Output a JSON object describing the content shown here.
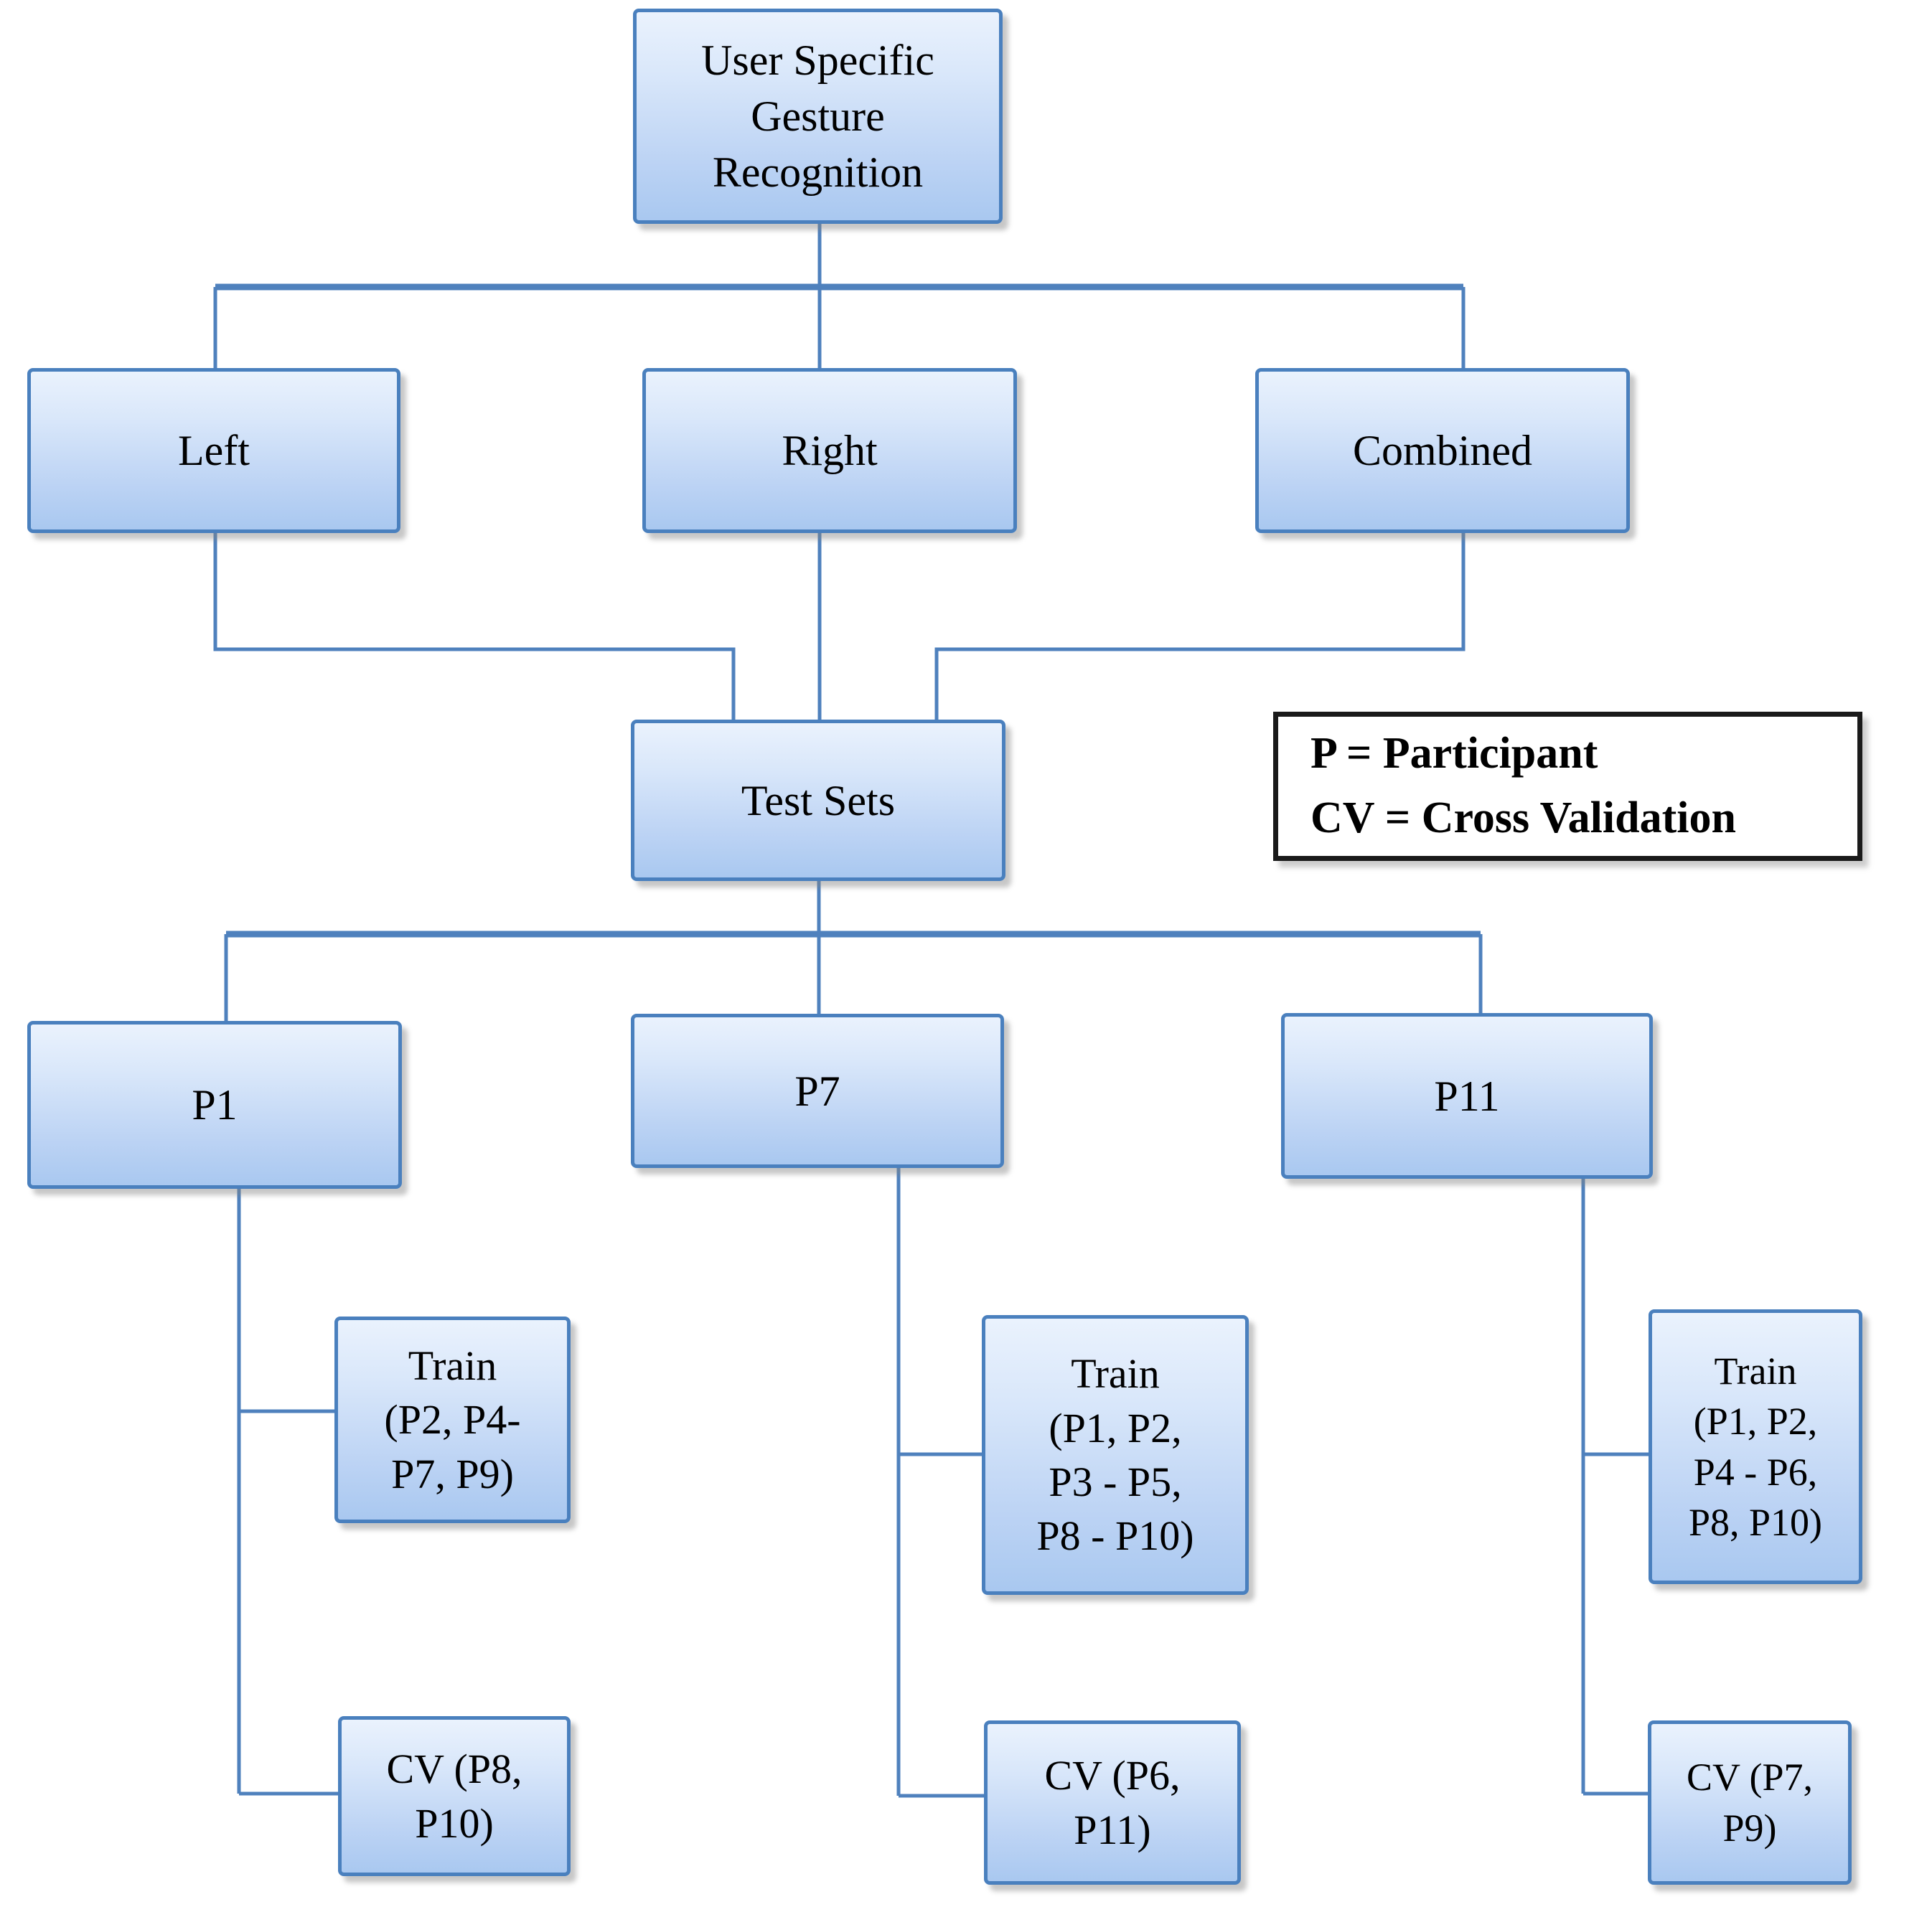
{
  "figure": {
    "root": {
      "label": "User Specific\nGesture\nRecognition"
    },
    "branches": [
      {
        "label": "Left"
      },
      {
        "label": "Right"
      },
      {
        "label": "Combined"
      }
    ],
    "test_sets": {
      "label": "Test Sets"
    },
    "legend": {
      "line1": "P = Participant",
      "line2": "CV = Cross Validation"
    },
    "participants": [
      {
        "label": "P1",
        "train": "Train\n(P2, P4-\nP7, P9)",
        "cv": "CV (P8,\nP10)"
      },
      {
        "label": "P7",
        "train": "Train\n(P1, P2,\nP3 - P5,\nP8 - P10)",
        "cv": "CV (P6,\nP11)"
      },
      {
        "label": "P11",
        "train": "Train\n(P1, P2,\nP4 - P6,\nP8, P10)",
        "cv": "CV (P7,\nP9)"
      }
    ],
    "colors": {
      "box_border": "#4a80be",
      "box_fill_top": "#eaf2fd",
      "box_fill_bottom": "#a9c8f0",
      "connector": "#4f81bd",
      "legend_border": "#1a1a1a",
      "text": "#000000"
    }
  }
}
